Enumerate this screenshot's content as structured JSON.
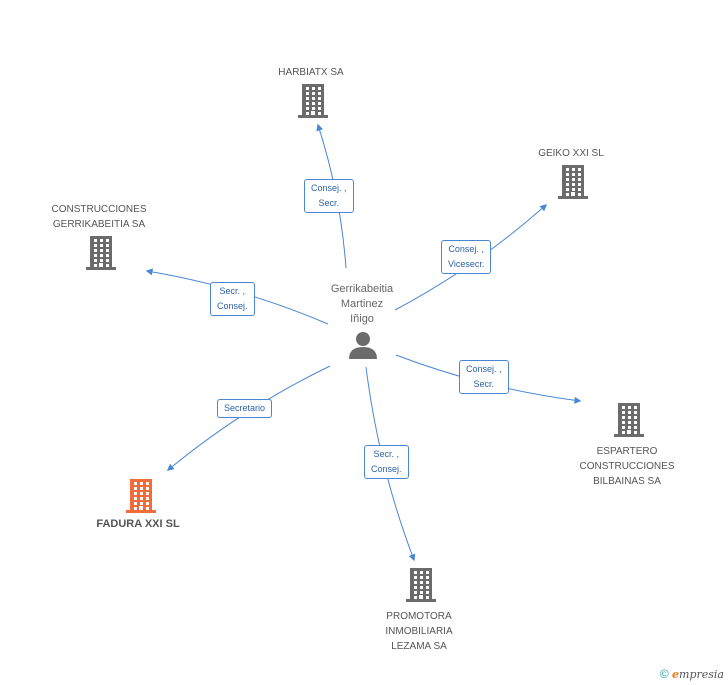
{
  "center": {
    "name": "Gerrikabeitia\nMartinez\nIñigo",
    "icon": "person-icon"
  },
  "companies": [
    {
      "id": "harbiatx",
      "name": "HARBIATX SA",
      "icon": "building-icon"
    },
    {
      "id": "geiko",
      "name": "GEIKO XXI SL",
      "icon": "building-icon"
    },
    {
      "id": "construcciones",
      "name": "CONSTRUCCIONES\nGERRIKABEITIA SA",
      "icon": "building-icon"
    },
    {
      "id": "espartero",
      "name": "ESPARTERO\nCONSTRUCCIONES\nBILBAINAS SA",
      "icon": "building-icon"
    },
    {
      "id": "fadura",
      "name": "FADURA XXI SL",
      "icon": "building-icon",
      "highlight": true
    },
    {
      "id": "promotora",
      "name": "PROMOTORA\nINMOBILIARIA\nLEZAMA SA",
      "icon": "building-icon"
    }
  ],
  "edges": [
    {
      "to": "harbiatx",
      "label": "Consej. ,\nSecr."
    },
    {
      "to": "geiko",
      "label": "Consej. ,\nVicesecr."
    },
    {
      "to": "construcciones",
      "label": "Secr. ,\nConsej."
    },
    {
      "to": "espartero",
      "label": "Consej. ,\nSecr."
    },
    {
      "to": "fadura",
      "label": "Secretario"
    },
    {
      "to": "promotora",
      "label": "Secr. ,\nConsej."
    }
  ],
  "colors": {
    "edge": "#4a86d4",
    "building": "#6b6b6b",
    "building_highlight": "#f26b3a",
    "person": "#6b6b6b"
  },
  "footer": {
    "copyright": "©",
    "brand_first": "e",
    "brand_rest": "mpresia"
  }
}
